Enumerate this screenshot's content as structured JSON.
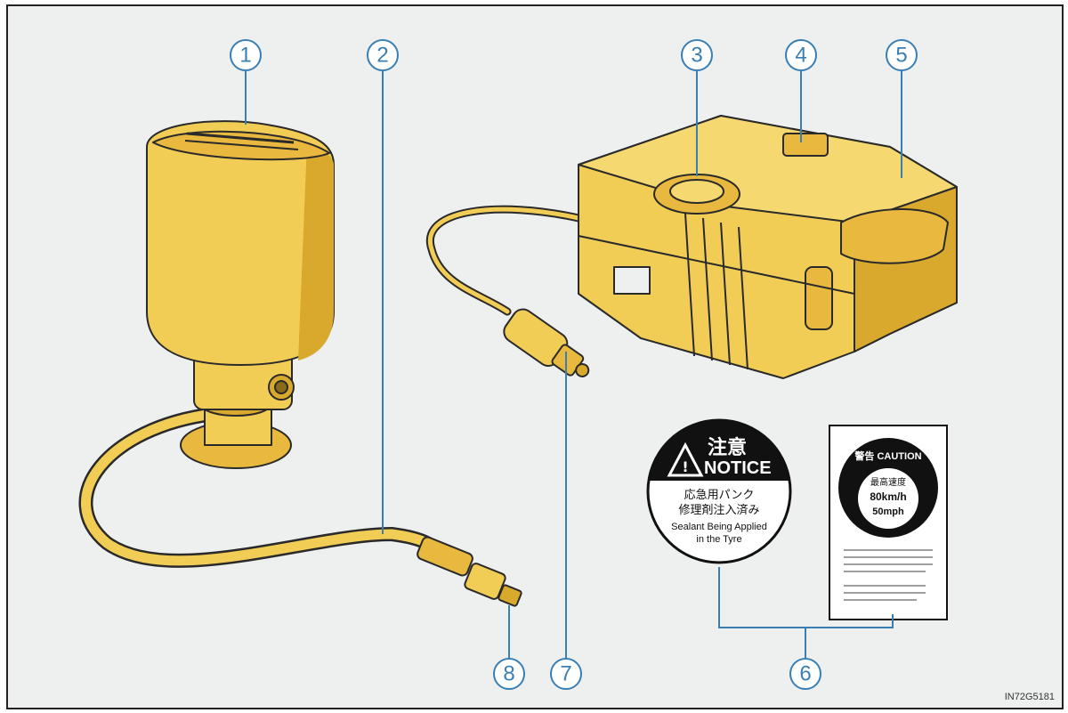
{
  "figure_code": "IN72G5181",
  "callouts": [
    "1",
    "2",
    "3",
    "4",
    "5",
    "6",
    "7",
    "8"
  ],
  "notice_label": {
    "heading_jp": "注意",
    "heading_en": "NOTICE",
    "line1_jp": "応急用パンク",
    "line2_jp": "修理剤注入済み",
    "line3_en": "Sealant Being Applied",
    "line4_en": "in the Tyre"
  },
  "caution_label": {
    "heading": "警告 CAUTION",
    "speed_jp": "最高速度",
    "speed_kmh": "80km/h",
    "speed_mph": "50mph"
  },
  "colors": {
    "part_fill": "#f2cd55",
    "part_shadow": "#d9a92e",
    "outline": "#2a2a2a",
    "callout": "#3a7fb4",
    "background": "#eef0ef"
  }
}
